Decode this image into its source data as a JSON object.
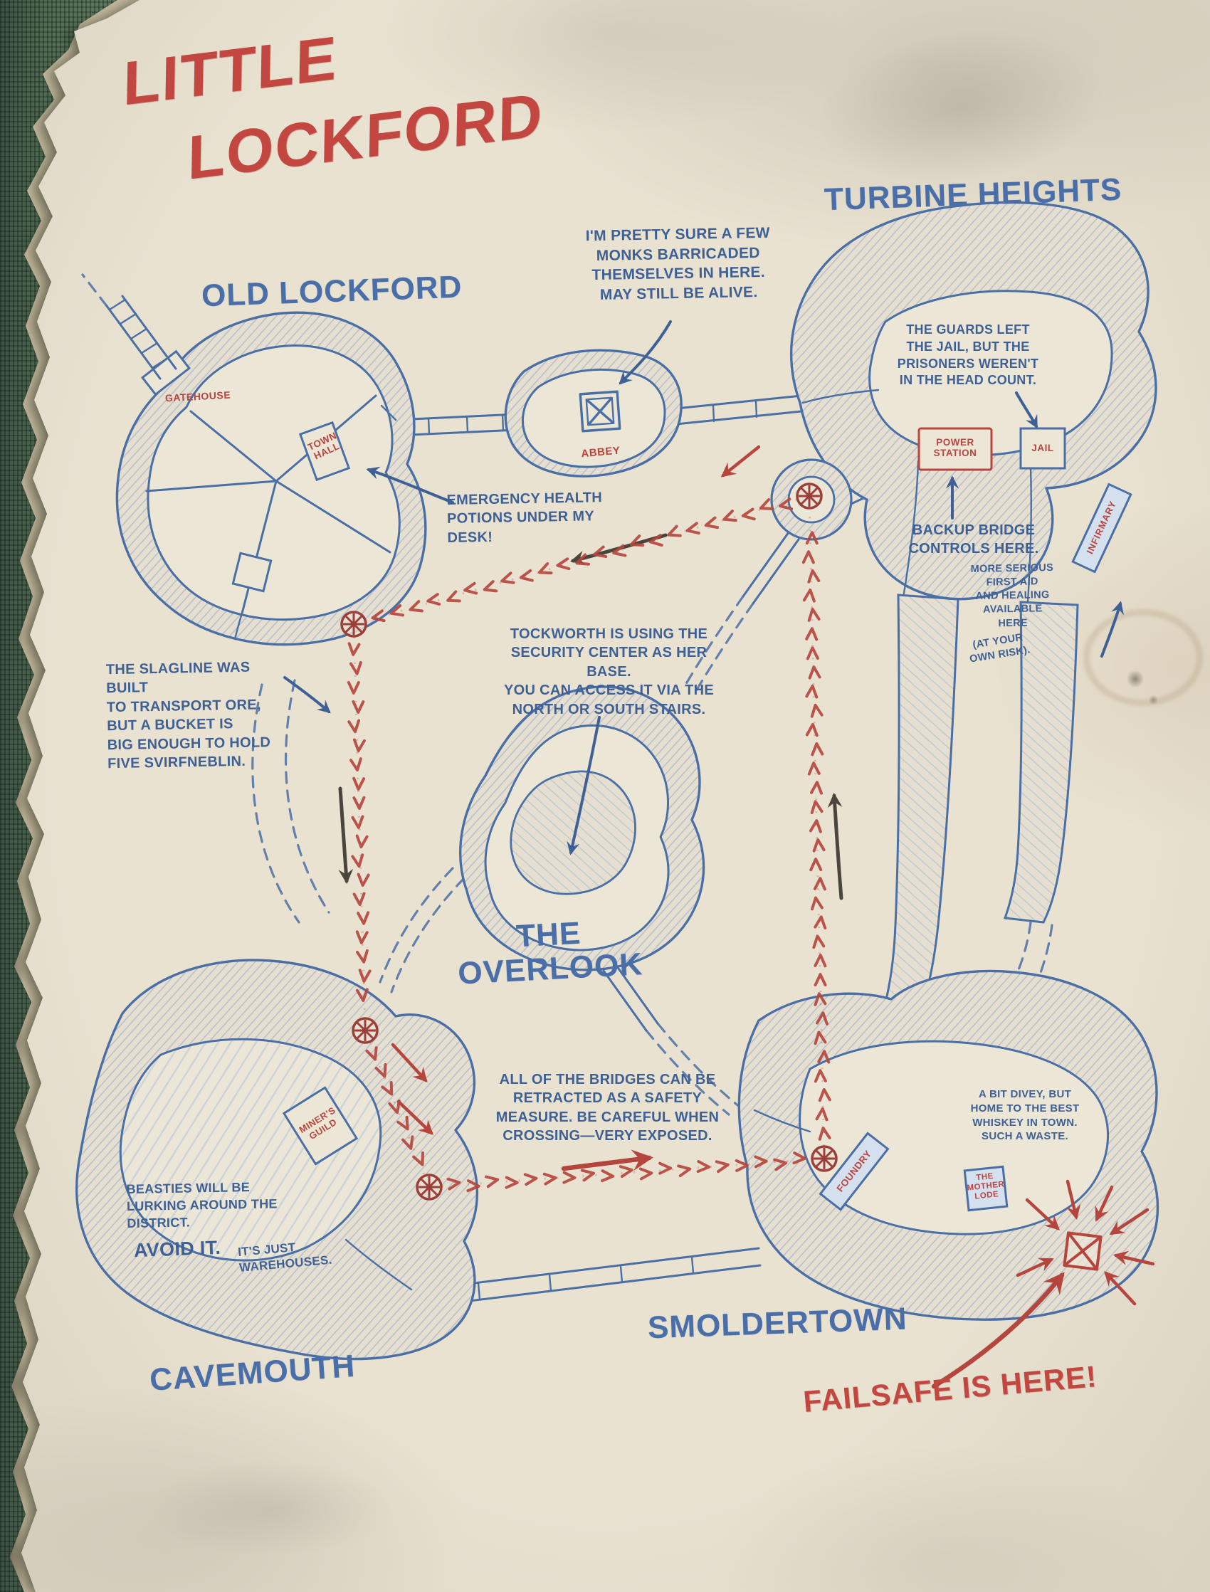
{
  "palette": {
    "paper": "#e9e2d1",
    "ink_blue": "#3e6094",
    "label_blue": "#4a6fa8",
    "red": "#b9453f",
    "title_red": "#c24740",
    "pencil_dark": "#4a463e",
    "board_green": "#5e7b60"
  },
  "title": {
    "line1": "LITTLE",
    "line2": "LOCKFORD"
  },
  "district_labels": {
    "old_lockford": "OLD LOCKFORD",
    "turbine_heights": "TURBINE HEIGHTS",
    "overlook": "THE\nOVERLOOK",
    "cavemouth": "CAVEMOUTH",
    "smoldertown": "SMOLDERTOWN"
  },
  "locations": {
    "gatehouse": "GATEHOUSE",
    "town_hall": "TOWN\nHALL",
    "abbey": "ABBEY",
    "power_station": "POWER\nSTATION",
    "jail": "JAIL",
    "infirmary": "INFIRMARY",
    "miners_guild": "MINER'S\nGUILD",
    "foundry": "FOUNDRY",
    "mother_lode": "THE\nMOTHER\nLODE"
  },
  "notes": {
    "monks": "I'M PRETTY SURE A FEW\nMONKS BARRICADED\nTHEMSELVES IN HERE.\nMAY STILL BE ALIVE.",
    "guards": "THE GUARDS LEFT\nTHE JAIL, BUT THE\nPRISONERS WEREN'T\nIN THE HEAD COUNT.",
    "potions": "EMERGENCY HEALTH\nPOTIONS UNDER MY\nDESK!",
    "backup_bridge": "BACKUP BRIDGE\nCONTROLS HERE.",
    "first_aid": "MORE SERIOUS\nFIRST AID\nAND HEALING\nAVAILABLE\nHERE",
    "first_aid_risk": "(AT YOUR\nOWN RISK).",
    "slagline": "THE SLAGLINE WAS BUILT\nTO TRANSPORT ORE,\nBUT A BUCKET IS\nBIG ENOUGH TO HOLD\nFIVE SVIRFNEBLIN.",
    "tockworth": "TOCKWORTH IS USING THE\nSECURITY CENTER AS HER BASE.\nYOU CAN ACCESS IT VIA THE\nNORTH OR SOUTH STAIRS.",
    "bridges": "ALL OF THE BRIDGES CAN BE\nRETRACTED AS A SAFETY\nMEASURE. BE CAREFUL WHEN\nCROSSING—VERY EXPOSED.",
    "beasties": "BEASTIES WILL BE\nLURKING AROUND THE\nDISTRICT.",
    "avoid": "AVOID IT.",
    "warehouses": "IT'S JUST\nWAREHOUSES.",
    "divey": "A BIT DIVEY, BUT\nHOME TO THE BEST\nWHISKEY IN TOWN.\nSUCH A WASTE.",
    "failsafe": "FAILSAFE IS HERE!"
  }
}
